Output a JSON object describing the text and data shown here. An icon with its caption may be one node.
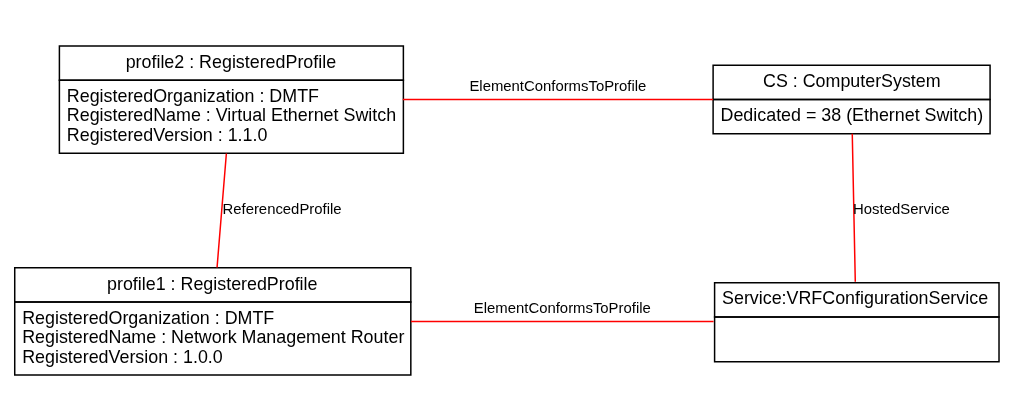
{
  "diagram": {
    "nodes": [
      {
        "text": [
          "CS : ComputerSystem",
          "Dedicated = 38 (Ethernet Switch)"
        ]
      },
      {
        "text": [
          "profile2 : RegisteredProfile",
          "RegisteredOrganization : DMTF",
          "RegisteredName : Virtual Ethernet Switch",
          "RegisteredVersion : 1.1.0"
        ]
      },
      {
        "text": [
          "profile1 : RegisteredProfile",
          "RegisteredOrganization : DMTF",
          "RegisteredName : Network Management Router",
          "RegisteredVersion : 1.0.0"
        ]
      },
      {
        "text": [
          "Service:VRFConfigurationService"
        ]
      }
    ],
    "edges": [
      {
        "from": 1,
        "to": 0,
        "arrow": "none",
        "label": "ElementConformsToProfile"
      },
      {
        "from": 0,
        "to": 3,
        "arrow": "none",
        "label": "HostedService"
      },
      {
        "from": 1,
        "to": 2,
        "arrow": "none",
        "label": "ReferencedProfile"
      },
      {
        "from": 2,
        "to": 3,
        "arrow": "none",
        "label": "ElementConformsToProfile"
      }
    ]
  }
}
